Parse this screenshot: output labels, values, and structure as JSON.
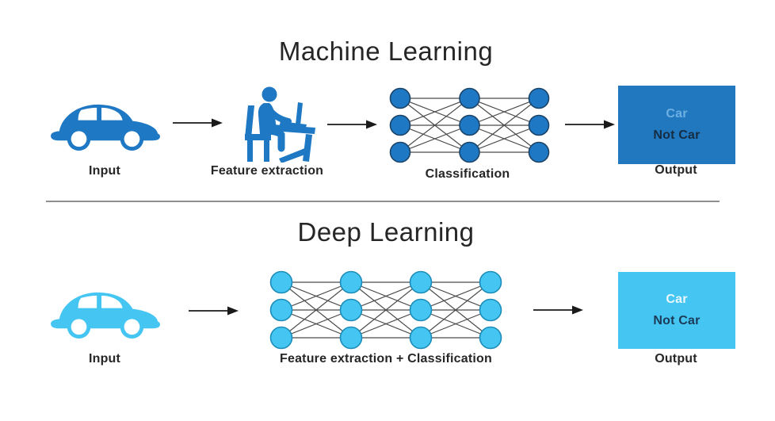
{
  "colors": {
    "ml_blue": "#1f78c4",
    "ml_box": "#2278be",
    "ml_node_stroke": "#1b4468",
    "dl_blue": "#45c6f2",
    "dl_box": "#45c6f2",
    "dl_node_stroke": "#1d8cb8",
    "net_line": "#4a4a4a",
    "divider": "#8f8f8f",
    "text": "#262626",
    "ml_output_car": "#6cb0e4",
    "ml_output_notcar": "#142c44",
    "dl_output_car": "#eaf7fe",
    "dl_output_notcar": "#1c3a57"
  },
  "ml": {
    "title": "Machine Learning",
    "input_label": "Input",
    "feature_label": "Feature extraction",
    "classification_label": "Classification",
    "output_label": "Output",
    "output_line1": "Car",
    "output_line2": "Not Car",
    "network": {
      "layers": 3,
      "nodes_per_layer": 3
    }
  },
  "dl": {
    "title": "Deep Learning",
    "input_label": "Input",
    "network_label": "Feature extraction + Classification",
    "output_label": "Output",
    "output_line1": "Car",
    "output_line2": "Not Car",
    "network": {
      "layers": 4,
      "nodes_per_layer": 3
    }
  }
}
